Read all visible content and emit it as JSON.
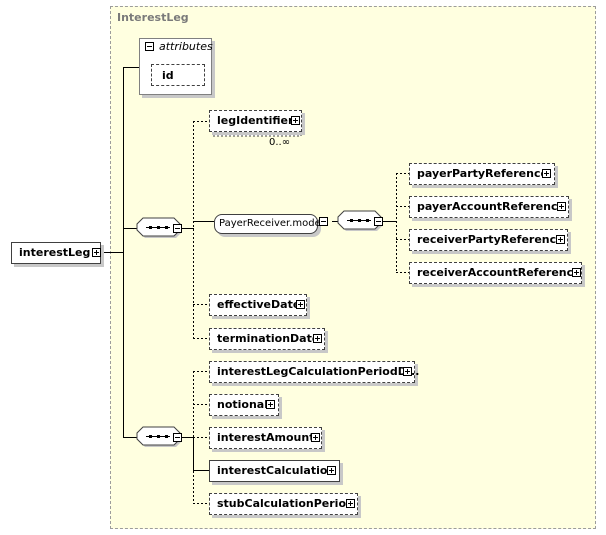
{
  "type_name": "InterestLeg",
  "root": {
    "label": "interestLeg"
  },
  "attributes": {
    "title": "attributes",
    "items": [
      "id"
    ]
  },
  "group_model": {
    "label": "PayerReceiver.model"
  },
  "elements": {
    "legIdentifier": "legIdentifier",
    "legIdentifier_mult": "0..∞",
    "effectiveDate": "effectiveDate",
    "terminationDate": "terminationDate",
    "payerPartyReference": "payerPartyReference",
    "payerAccountReference": "payerAccountReference",
    "receiverPartyReference": "receiverPartyReference",
    "receiverAccountReference": "receiverAccountReference",
    "interestLegCalculationPeriodDates": "interestLegCalculationPeriodD...",
    "notional": "notional",
    "interestAmount": "interestAmount",
    "interestCalculation": "interestCalculation",
    "stubCalculationPeriod": "stubCalculationPeriod"
  }
}
